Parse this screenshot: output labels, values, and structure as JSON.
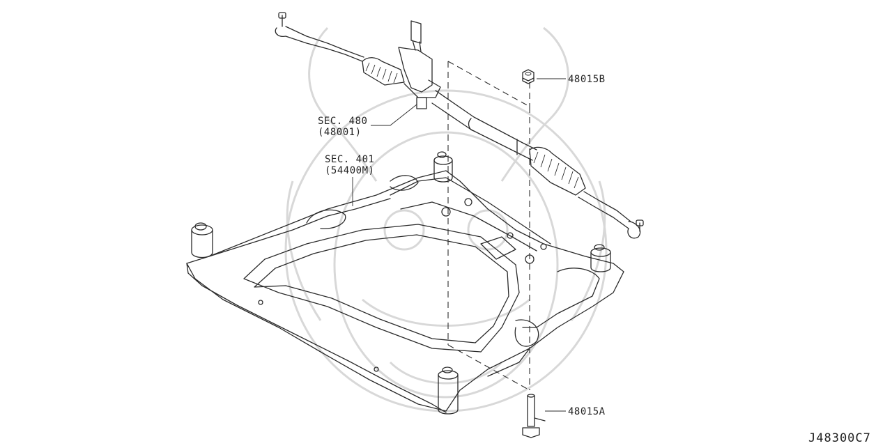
{
  "callouts": {
    "sec480_line1": "SEC. 480",
    "sec480_line2": "(48001)",
    "sec401_line1": "SEC. 401",
    "sec401_line2": "(54400M)",
    "part_48015b": "48015B",
    "part_48015a": "48015A"
  },
  "diagram_code": "J48300C7",
  "colors": {
    "line": "#2a2a2a",
    "watermark": "#d8d8d8",
    "background": "#ffffff"
  }
}
